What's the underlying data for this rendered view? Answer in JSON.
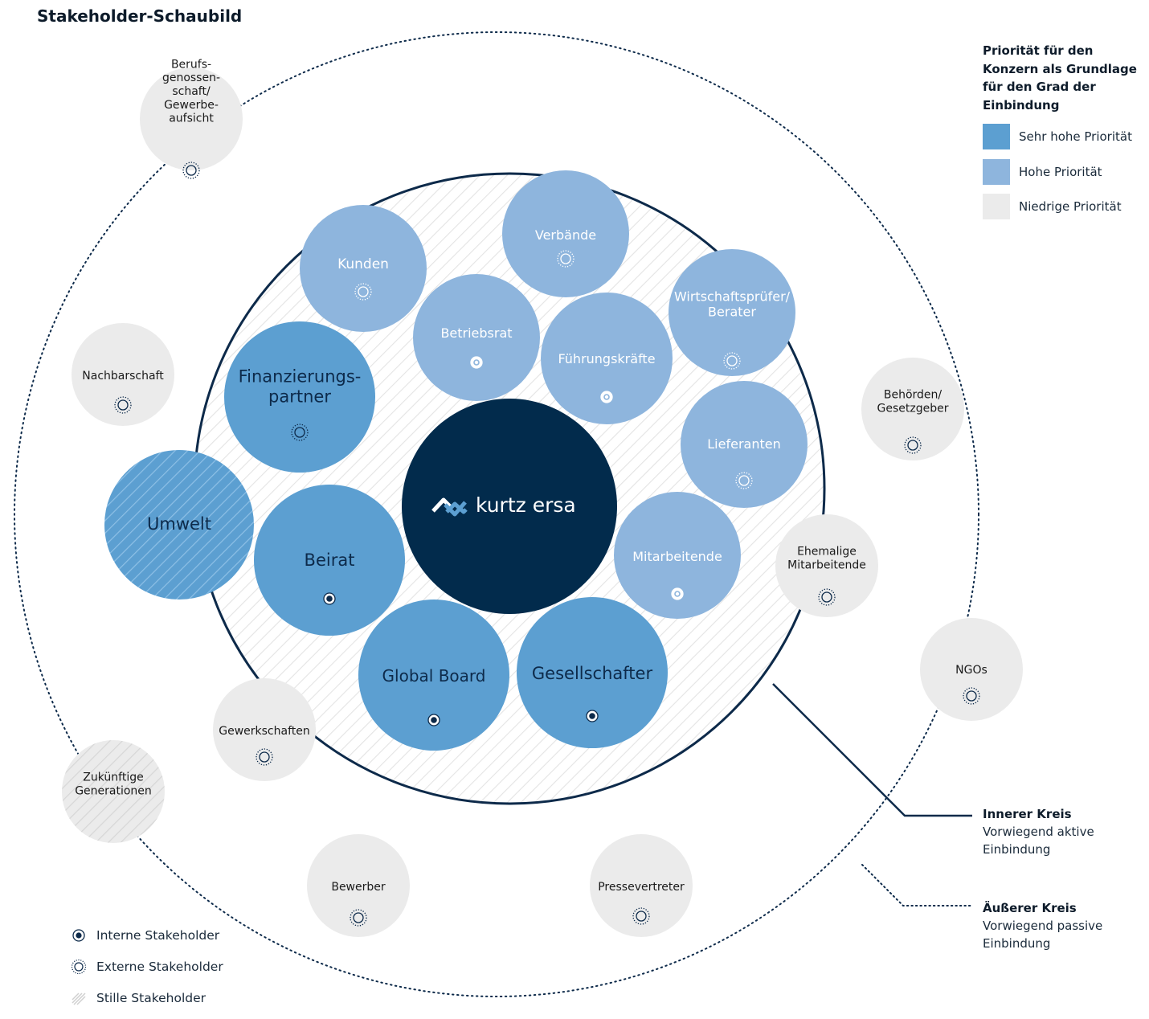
{
  "title": "Stakeholder-Schaubild",
  "center_logo": {
    "text": "kurtz ersa",
    "icon": "kurtz-ersa-logo-icon"
  },
  "colors": {
    "dark_navy": "#022b4c",
    "very_high": "#5c9fd1",
    "high": "#8eb5dd",
    "low": "#ebebeb",
    "line": "#0d2a4a"
  },
  "stakeholders": [
    {
      "id": "kunden",
      "lines": [
        "Kunden"
      ],
      "priority": "high",
      "type": "external"
    },
    {
      "id": "verbaende",
      "lines": [
        "Verbände"
      ],
      "priority": "high",
      "type": "external"
    },
    {
      "id": "betriebsrat",
      "lines": [
        "Betriebsrat"
      ],
      "priority": "high",
      "type": "internal"
    },
    {
      "id": "fuehrungskraefte",
      "lines": [
        "Führungskräfte"
      ],
      "priority": "high",
      "type": "internal"
    },
    {
      "id": "wirtschaftspruefer",
      "lines": [
        "Wirtschaftsprüfer/",
        "Berater"
      ],
      "priority": "high",
      "type": "external"
    },
    {
      "id": "finanzierungspartner",
      "lines": [
        "Finanzierungs-",
        "partner"
      ],
      "priority": "very_high",
      "type": "external"
    },
    {
      "id": "lieferanten",
      "lines": [
        "Lieferanten"
      ],
      "priority": "high",
      "type": "external"
    },
    {
      "id": "umwelt",
      "lines": [
        "Umwelt"
      ],
      "priority": "very_high",
      "type": "silent"
    },
    {
      "id": "beirat",
      "lines": [
        "Beirat"
      ],
      "priority": "very_high",
      "type": "internal"
    },
    {
      "id": "mitarbeitende",
      "lines": [
        "Mitarbeitende"
      ],
      "priority": "high",
      "type": "internal"
    },
    {
      "id": "global_board",
      "lines": [
        "Global Board"
      ],
      "priority": "very_high",
      "type": "internal"
    },
    {
      "id": "gesellschafter",
      "lines": [
        "Gesellschafter"
      ],
      "priority": "very_high",
      "type": "internal"
    },
    {
      "id": "berufsgenossenschaft",
      "lines": [
        "Berufs-",
        "genossen-",
        "schaft/",
        "Gewerbe-",
        "aufsicht"
      ],
      "priority": "low",
      "type": "external"
    },
    {
      "id": "nachbarschaft",
      "lines": [
        "Nachbarschaft"
      ],
      "priority": "low",
      "type": "external"
    },
    {
      "id": "behoerden",
      "lines": [
        "Behörden/",
        "Gesetzgeber"
      ],
      "priority": "low",
      "type": "external"
    },
    {
      "id": "ehemalige",
      "lines": [
        "Ehemalige",
        "Mitarbeitende"
      ],
      "priority": "low",
      "type": "external"
    },
    {
      "id": "ngos",
      "lines": [
        "NGOs"
      ],
      "priority": "low",
      "type": "external"
    },
    {
      "id": "gewerkschaften",
      "lines": [
        "Gewerkschaften"
      ],
      "priority": "low",
      "type": "external"
    },
    {
      "id": "zukuenftige",
      "lines": [
        "Zukünftige",
        "Generationen"
      ],
      "priority": "low",
      "type": "silent"
    },
    {
      "id": "bewerber",
      "lines": [
        "Bewerber"
      ],
      "priority": "low",
      "type": "external"
    },
    {
      "id": "pressevertreter",
      "lines": [
        "Pressevertreter"
      ],
      "priority": "low",
      "type": "external"
    }
  ],
  "priority_legend": {
    "title": "Priorität für den Konzern als Grundlage für den Grad der Einbindung",
    "items": [
      {
        "label": "Sehr hohe Priorität",
        "color": "#5c9fd1"
      },
      {
        "label": "Hohe Priorität",
        "color": "#8eb5dd"
      },
      {
        "label": "Niedrige Priorität",
        "color": "#ebebeb"
      }
    ]
  },
  "circle_legend": {
    "inner": {
      "title": "Innerer Kreis",
      "line1": "Vorwiegend aktive",
      "line2": "Einbindung"
    },
    "outer": {
      "title": "Äußerer Kreis",
      "line1": "Vorwiegend passive",
      "line2": "Einbindung"
    }
  },
  "symbol_legend": [
    {
      "label": "Interne Stakeholder",
      "icon": "internal-stakeholder-icon"
    },
    {
      "label": "Externe Stakeholder",
      "icon": "external-stakeholder-icon"
    },
    {
      "label": "Stille Stakeholder",
      "icon": "silent-stakeholder-icon"
    }
  ]
}
